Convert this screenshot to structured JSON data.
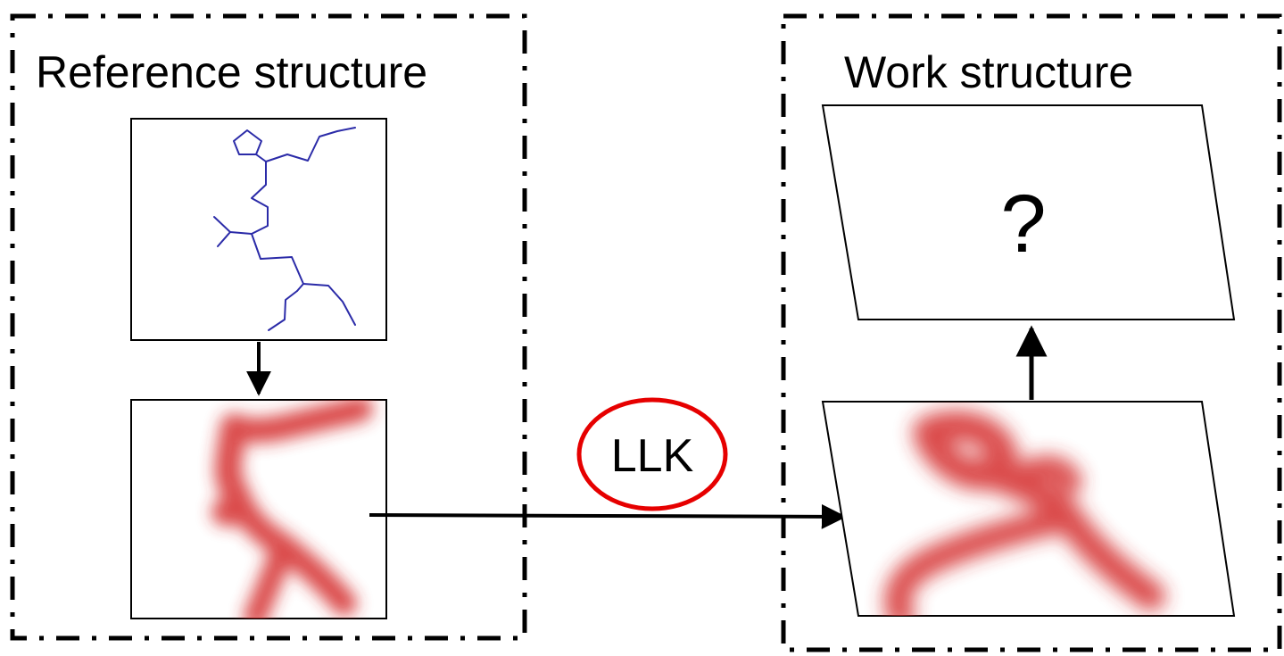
{
  "reference": {
    "title": "Reference structure"
  },
  "work": {
    "title": "Work structure",
    "unknown_symbol": "?"
  },
  "method": {
    "label": "LLK"
  },
  "colors": {
    "molecule_line": "#2b2ba8",
    "density_red": "#d42a2a",
    "llk_ring": "#e60000",
    "frame": "#000000"
  }
}
